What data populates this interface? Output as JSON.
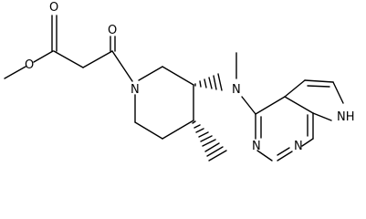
{
  "atoms": {
    "O_ester": "O",
    "O_top": "O",
    "O_ketone": "O",
    "N_pip": "N",
    "N_amine": "N",
    "N_pyr1": "N",
    "N_pyr2": "N",
    "NH": "NH"
  },
  "colors": {
    "ink": "#000000",
    "background": "#ffffff"
  }
}
